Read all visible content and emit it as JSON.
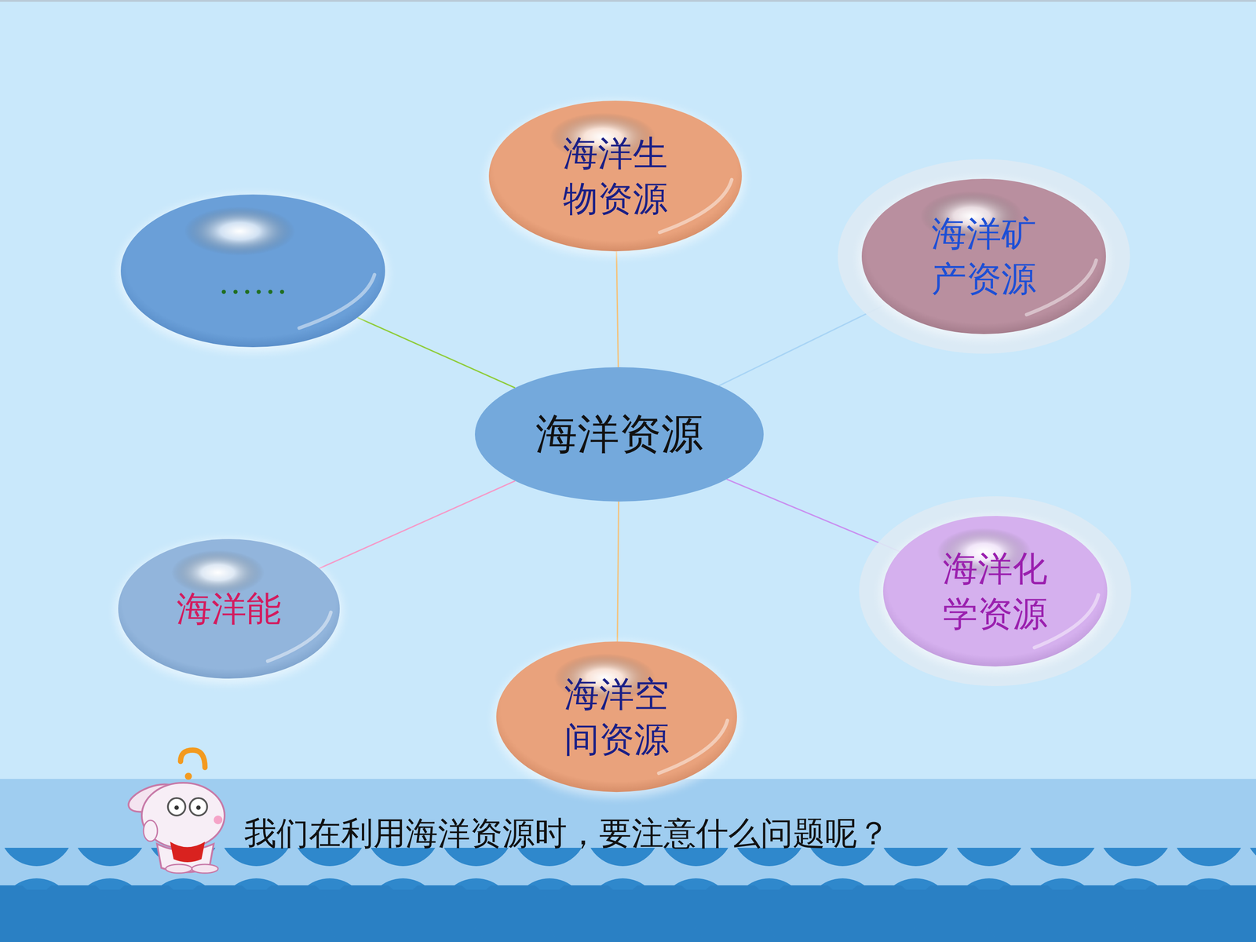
{
  "diagram": {
    "nodes": [
      {
        "text": [
          "海洋生 物资源"
        ]
      },
      {
        "text": [
          "……"
        ]
      },
      {
        "text": [
          "海洋矿 产资源"
        ]
      },
      {
        "text": [
          "海洋资源"
        ]
      },
      {
        "text": [
          "海洋化 学资源"
        ]
      },
      {
        "text": [
          "海洋能"
        ]
      },
      {
        "text": [
          "海洋空 间资源"
        ]
      }
    ],
    "edges": [
      {
        "from": 3,
        "to": 0,
        "arrow": "none"
      },
      {
        "from": 3,
        "to": 1,
        "arrow": "none"
      },
      {
        "from": 3,
        "to": 2,
        "arrow": "none"
      },
      {
        "from": 3,
        "to": 4,
        "arrow": "none"
      },
      {
        "from": 3,
        "to": 5,
        "arrow": "none"
      },
      {
        "from": 3,
        "to": 6,
        "arrow": "none"
      }
    ],
    "labels": [
      "我们在利用海洋资源时，要注意什么问题呢？"
    ]
  }
}
